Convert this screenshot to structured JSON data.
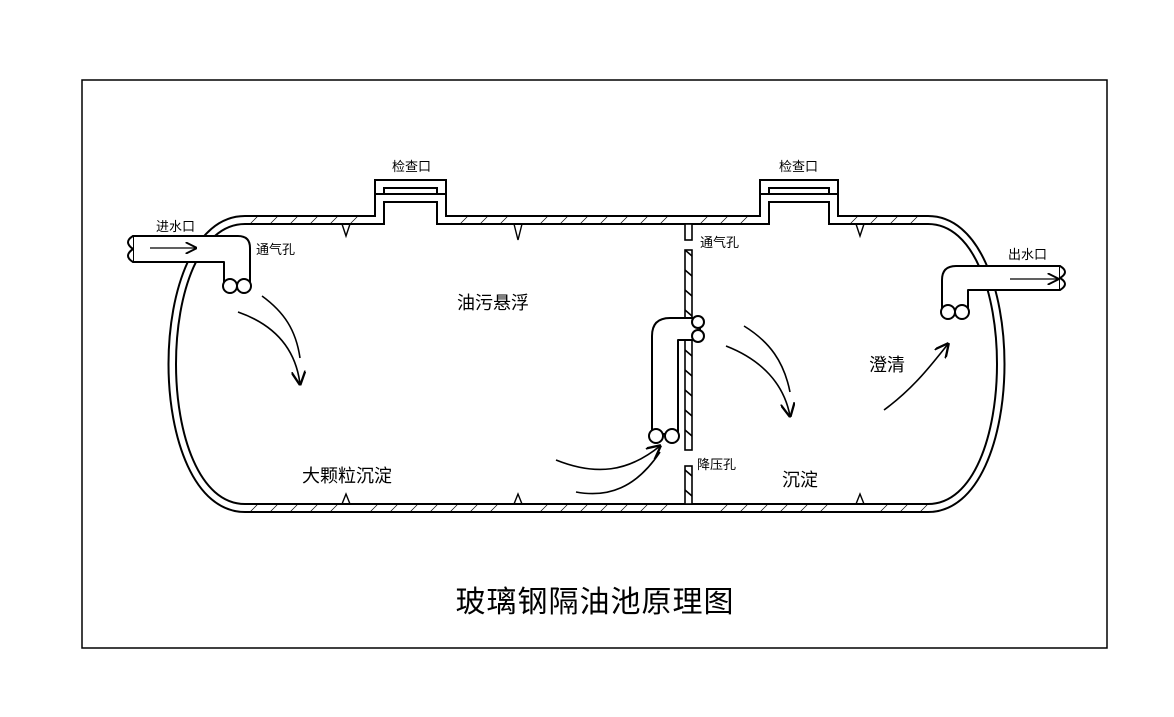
{
  "diagram": {
    "title": "玻璃钢隔油池原理图",
    "labels": {
      "inlet": "进水口",
      "outlet": "出水口",
      "inspection_left": "检查口",
      "inspection_right": "检查口",
      "vent_left": "通气孔",
      "vent_middle": "通气孔",
      "pressure_hole": "降压孔",
      "oil_suspension": "油污悬浮",
      "large_particle_settling": "大颗粒沉淀",
      "settling": "沉淀",
      "clarification": "澄清"
    },
    "colors": {
      "line": "#000000",
      "background": "#ffffff"
    }
  }
}
